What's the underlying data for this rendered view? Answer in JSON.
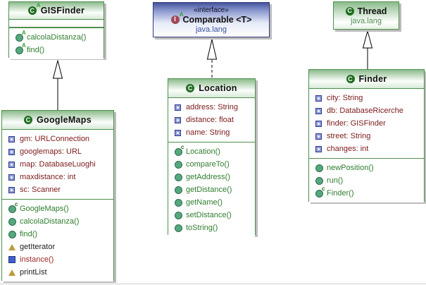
{
  "diagram": {
    "kind": "uml-class-diagram",
    "colors": {
      "class_border": "#4e8f4e",
      "interface_border": "#2e3a7a",
      "field_text": "#7c1a1a",
      "method_text": "#2f7d2f",
      "package_method_text": "#1b1b1b",
      "static_method_text": "#a02828",
      "interface_package_text": "#3a50a0",
      "class_package_text": "#4e8f4e"
    }
  },
  "boxes": {
    "gisfinder": {
      "title": "GISFinder",
      "methods": [
        "calcolaDistanza()",
        "find()"
      ]
    },
    "comparable": {
      "stereotype": "«interface»",
      "title": "Comparable <T>",
      "package": "java.lang"
    },
    "thread": {
      "title": "Thread",
      "package": "java.lang"
    },
    "googlemaps": {
      "title": "GoogleMaps",
      "fields": [
        "gm: URLConnection",
        "googlemaps: URL",
        "map: DatabaseLuoghi",
        "maxdistance: int",
        "sc: Scanner"
      ],
      "methods": [
        "GoogleMaps()",
        "calcolaDistanza()",
        "find()",
        "getIterator",
        "instance()",
        "printList"
      ]
    },
    "location": {
      "title": "Location",
      "fields": [
        "address: String",
        "distance: float",
        "name: String"
      ],
      "methods": [
        "Location()",
        "compareTo()",
        "getAddress()",
        "getDistance()",
        "getName()",
        "setDistance()",
        "toString()"
      ]
    },
    "finder": {
      "title": "Finder",
      "fields": [
        "city: String",
        "db: DatabaseRicerche",
        "finder: GISFinder",
        "street: String",
        "changes: int"
      ],
      "methods": [
        "newPosition()",
        "run()",
        "Finder()"
      ]
    }
  },
  "relations": [
    {
      "from": "GoogleMaps",
      "to": "GISFinder",
      "type": "generalization"
    },
    {
      "from": "Location",
      "to": "Comparable",
      "type": "realization"
    },
    {
      "from": "Finder",
      "to": "Thread",
      "type": "generalization"
    }
  ]
}
